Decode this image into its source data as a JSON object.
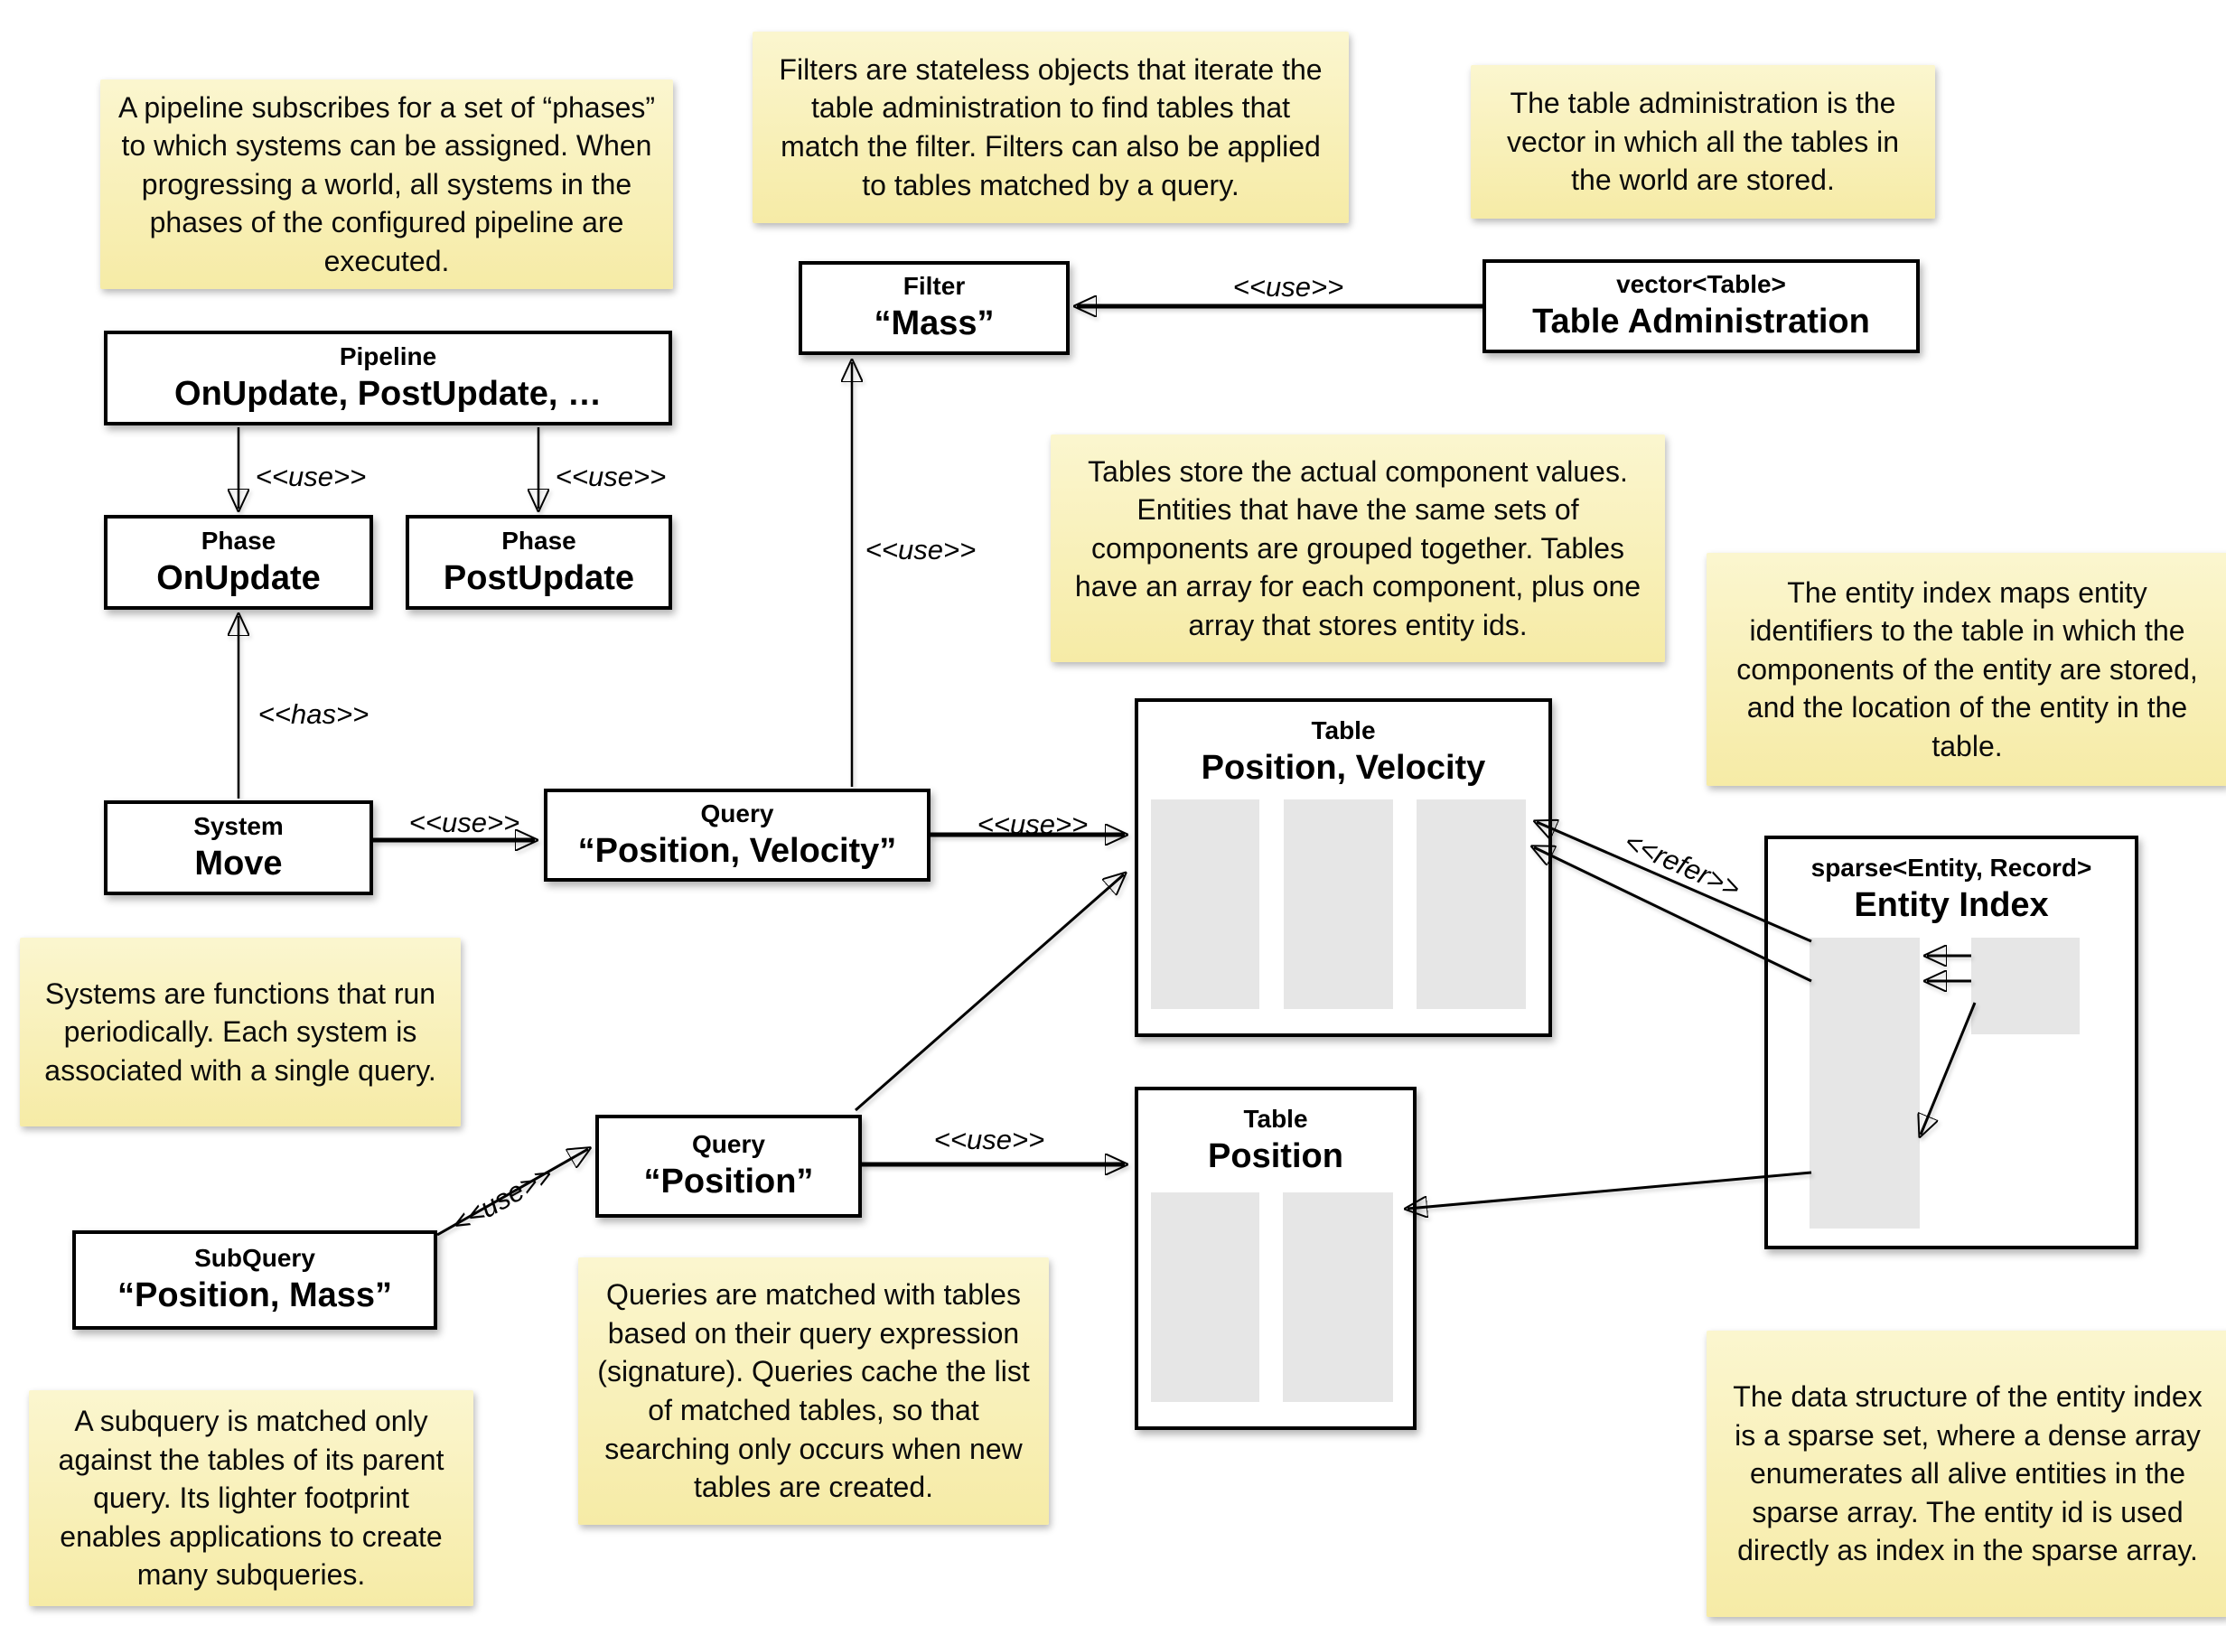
{
  "notes": {
    "pipeline": "A pipeline subscribes for a set of “phases” to which systems can be assigned. When progressing a world, all systems in the phases of the configured pipeline are executed.",
    "filters": "Filters are stateless objects that iterate the table administration to find tables that match the filter. Filters can also be applied to tables matched by a query.",
    "table_admin": "The table administration is the vector in which all the tables in the world are stored.",
    "tables": "Tables store the actual component values. Entities that have the same sets of components are grouped together. Tables have an array for each component, plus one array that stores entity ids.",
    "entity_index": "The entity index maps entity identifiers to the table in which the components of the entity are stored, and the location of the entity in the table.",
    "systems": "Systems are functions that run periodically. Each system is associated with a single query.",
    "queries": "Queries are matched with tables based on their query expression (signature). Queries cache the list of matched tables, so that searching only occurs when new tables are created.",
    "subquery": "A subquery is matched only against the tables of its parent query. Its lighter footprint enables applications to create many subqueries.",
    "sparse_set": "The data structure of the entity index is a sparse set, where a dense array enumerates all alive entities in the sparse array. The entity id is used directly as index in the sparse array."
  },
  "boxes": {
    "filter": {
      "stereotype": "Filter",
      "name": "“Mass”"
    },
    "table_admin": {
      "stereotype": "vector<Table>",
      "name": "Table Administration"
    },
    "pipeline": {
      "stereotype": "Pipeline",
      "name": "OnUpdate, PostUpdate, …"
    },
    "phase_onupdate": {
      "stereotype": "Phase",
      "name": "OnUpdate"
    },
    "phase_postupdate": {
      "stereotype": "Phase",
      "name": "PostUpdate"
    },
    "system_move": {
      "stereotype": "System",
      "name": "Move"
    },
    "query_pv": {
      "stereotype": "Query",
      "name": "“Position, Velocity”"
    },
    "table_pv": {
      "stereotype": "Table",
      "name": "Position, Velocity"
    },
    "table_pos": {
      "stereotype": "Table",
      "name": "Position"
    },
    "query_pos": {
      "stereotype": "Query",
      "name": "“Position”"
    },
    "subquery": {
      "stereotype": "SubQuery",
      "name": "“Position, Mass”"
    },
    "entity_index": {
      "stereotype": "sparse<Entity, Record>",
      "name": "Entity Index"
    }
  },
  "labels": {
    "use": "<<use>>",
    "has": "<<has>>",
    "refer": "<<refer>>"
  },
  "colors": {
    "note_top": "#FBF6CF",
    "note_bottom": "#F6EBA6",
    "box_border": "#000000",
    "array_gray": "#E6E6E6",
    "background": "#FFFFFF"
  }
}
